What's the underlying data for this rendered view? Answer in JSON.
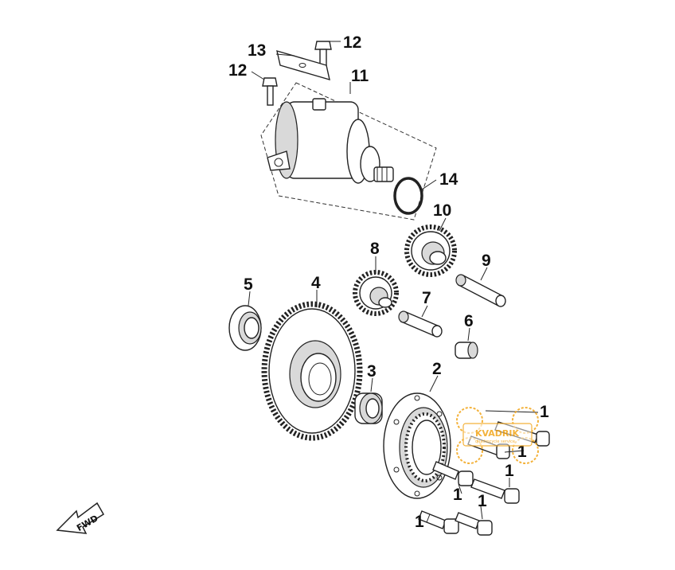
{
  "callouts": [
    "1",
    "2",
    "3",
    "4",
    "5",
    "6",
    "7",
    "8",
    "9",
    "10",
    "11",
    "12",
    "13",
    "14"
  ],
  "direction_arrow": {
    "label": "FWD"
  },
  "watermark": {
    "text": "KVADRIK",
    "tagline": "quadrocycle service"
  },
  "colors": {
    "line": "#222222",
    "text": "#111111",
    "watermark": "#f2a51a"
  }
}
